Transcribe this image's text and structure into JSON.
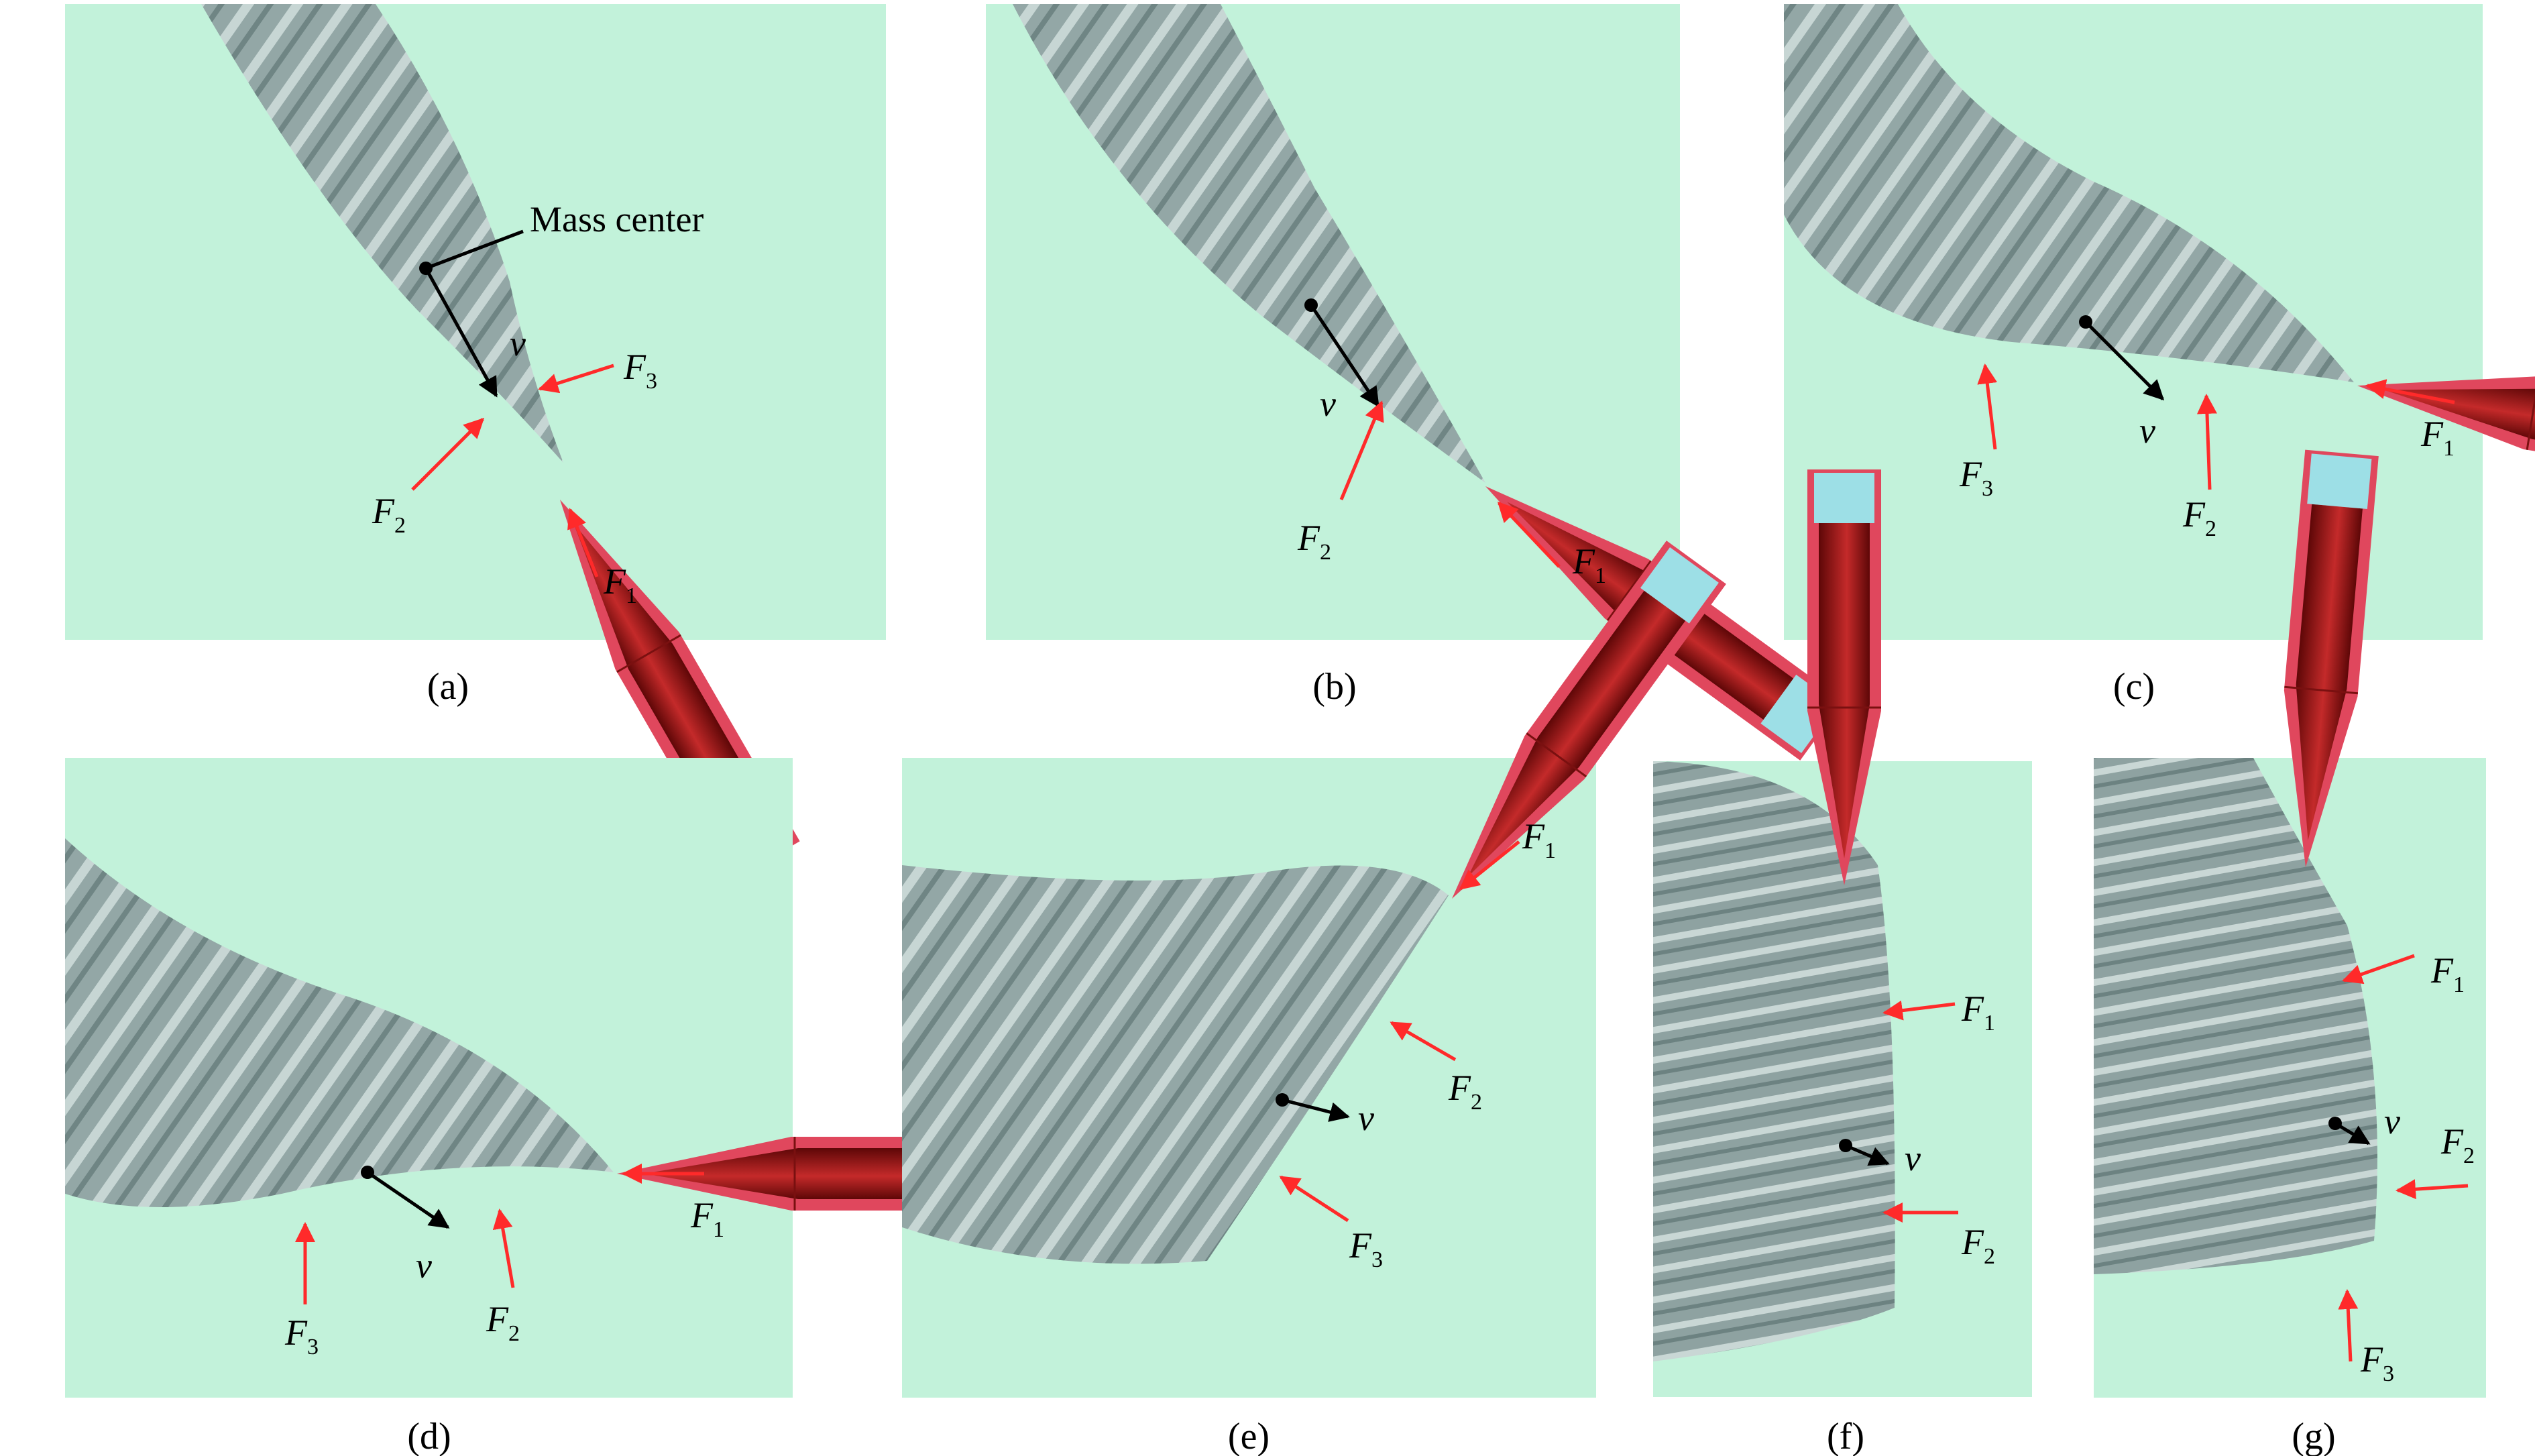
{
  "annotation_mass_center": "Mass center",
  "velocity_symbol": "v",
  "force_symbol": "F",
  "colors": {
    "panel_bg": "#c2f2da",
    "target_gray": "#8fa3a3",
    "shell_red": "#e0475d",
    "core_dark_red": "#8c1212",
    "tail_cyan": "#9ddfe6",
    "force_arrow_red": "#ff2a2a",
    "velocity_arrow": "#000000"
  },
  "panels": [
    {
      "id": "a",
      "caption": "(a)",
      "forces": [
        {
          "symbol": "F",
          "subscript": "1"
        },
        {
          "symbol": "F",
          "subscript": "2"
        },
        {
          "symbol": "F",
          "subscript": "3"
        }
      ]
    },
    {
      "id": "b",
      "caption": "(b)",
      "forces": [
        {
          "symbol": "F",
          "subscript": "1"
        },
        {
          "symbol": "F",
          "subscript": "2"
        }
      ]
    },
    {
      "id": "c",
      "caption": "(c)",
      "forces": [
        {
          "symbol": "F",
          "subscript": "1"
        },
        {
          "symbol": "F",
          "subscript": "2"
        },
        {
          "symbol": "F",
          "subscript": "3"
        }
      ]
    },
    {
      "id": "d",
      "caption": "(d)",
      "forces": [
        {
          "symbol": "F",
          "subscript": "1"
        },
        {
          "symbol": "F",
          "subscript": "2"
        },
        {
          "symbol": "F",
          "subscript": "3"
        }
      ]
    },
    {
      "id": "e",
      "caption": "(e)",
      "forces": [
        {
          "symbol": "F",
          "subscript": "1"
        },
        {
          "symbol": "F",
          "subscript": "2"
        },
        {
          "symbol": "F",
          "subscript": "3"
        }
      ]
    },
    {
      "id": "f",
      "caption": "(f)",
      "forces": [
        {
          "symbol": "F",
          "subscript": "1"
        },
        {
          "symbol": "F",
          "subscript": "2"
        }
      ]
    },
    {
      "id": "g",
      "caption": "(g)",
      "forces": [
        {
          "symbol": "F",
          "subscript": "1"
        },
        {
          "symbol": "F",
          "subscript": "2"
        },
        {
          "symbol": "F",
          "subscript": "3"
        }
      ]
    }
  ]
}
